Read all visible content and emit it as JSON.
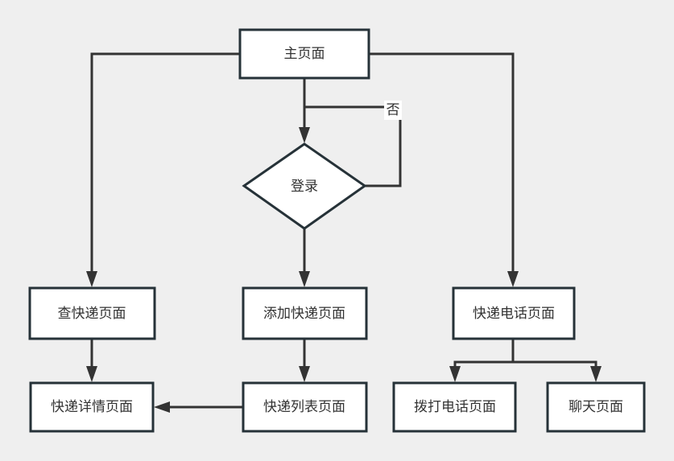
{
  "diagram": {
    "type": "flowchart",
    "colors": {
      "background": "#efefef",
      "node_fill": "#ffffff",
      "node_stroke": "#263238",
      "edge": "#333333",
      "text": "#333333"
    },
    "nodes": {
      "main": {
        "label": "主页面",
        "shape": "rectangle"
      },
      "login": {
        "label": "登录",
        "shape": "diamond"
      },
      "search": {
        "label": "查快递页面",
        "shape": "rectangle"
      },
      "add": {
        "label": "添加快递页面",
        "shape": "rectangle"
      },
      "phone": {
        "label": "快递电话页面",
        "shape": "rectangle"
      },
      "detail": {
        "label": "快递详情页面",
        "shape": "rectangle"
      },
      "list": {
        "label": "快递列表页面",
        "shape": "rectangle"
      },
      "call": {
        "label": "拨打电话页面",
        "shape": "rectangle"
      },
      "chat": {
        "label": "聊天页面",
        "shape": "rectangle"
      }
    },
    "edges": [
      {
        "from": "main",
        "to": "search",
        "label": ""
      },
      {
        "from": "main",
        "to": "login",
        "label": ""
      },
      {
        "from": "main",
        "to": "phone",
        "label": ""
      },
      {
        "from": "login",
        "to": "login",
        "label": "否"
      },
      {
        "from": "login",
        "to": "add",
        "label": ""
      },
      {
        "from": "search",
        "to": "detail",
        "label": ""
      },
      {
        "from": "add",
        "to": "list",
        "label": ""
      },
      {
        "from": "list",
        "to": "detail",
        "label": ""
      },
      {
        "from": "phone",
        "to": "call",
        "label": ""
      },
      {
        "from": "phone",
        "to": "chat",
        "label": ""
      }
    ],
    "loop_label": "否"
  }
}
